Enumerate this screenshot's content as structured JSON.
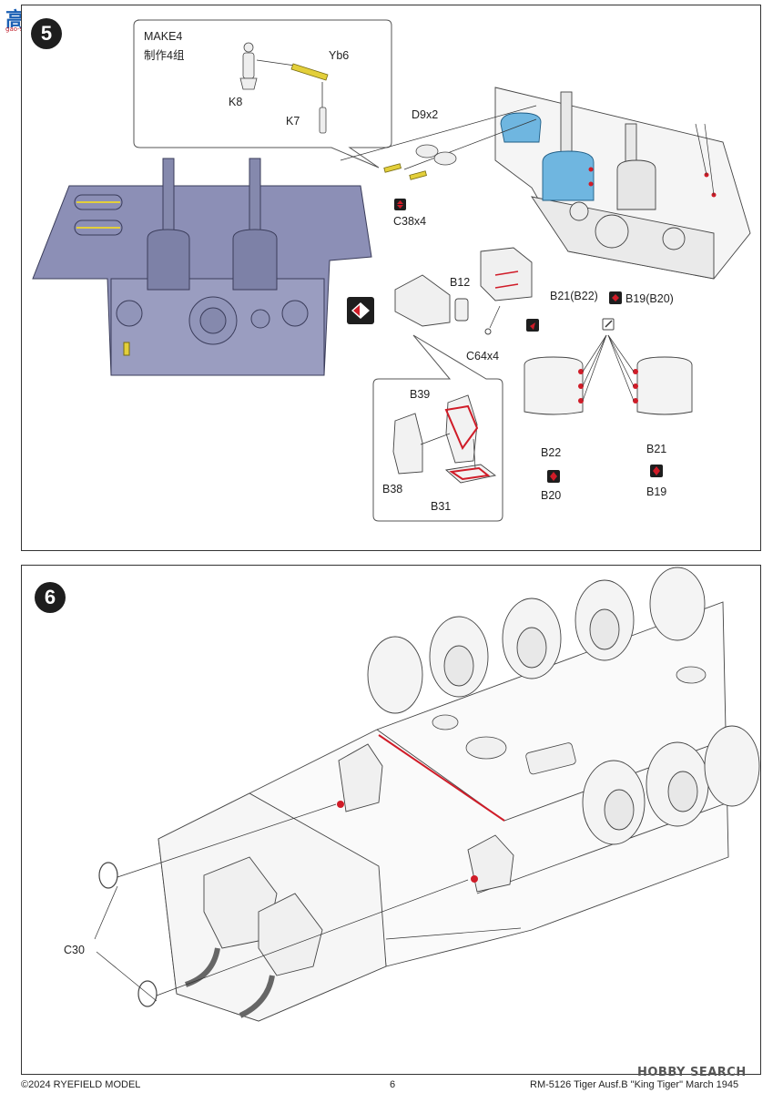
{
  "watermark": {
    "text": "高手网",
    "sub": "gao-shou.com"
  },
  "step5": {
    "number": "5",
    "callout_title_en": "MAKE4",
    "callout_title_zh": "制作4组",
    "labels": {
      "yb6": "Yb6",
      "k8": "K8",
      "k7": "K7",
      "d9": "D9x2",
      "c38": "C38x4",
      "b12": "B12",
      "b21b22": "B21(B22)",
      "b19b20": "B19(B20)",
      "c64": "C64x4",
      "b39": "B39",
      "b38": "B38",
      "b31": "B31",
      "b22": "B22",
      "b21": "B21",
      "b20": "B20",
      "b19": "B19"
    }
  },
  "step6": {
    "number": "6",
    "labels": {
      "c30": "C30"
    }
  },
  "footer": {
    "copyright": "©2024 RYEFIELD MODEL",
    "page": "6",
    "product": "RM-5126 Tiger Ausf.B \"King Tiger\" March 1945",
    "hobbysearch": "HOBBY SEARCH"
  },
  "colors": {
    "hull_purple": "#8c8fb6",
    "part_blue": "#6fb6e0",
    "photoetch_yellow": "#e3cf3a",
    "highlight_red": "#d01c28",
    "outline": "#333333"
  }
}
